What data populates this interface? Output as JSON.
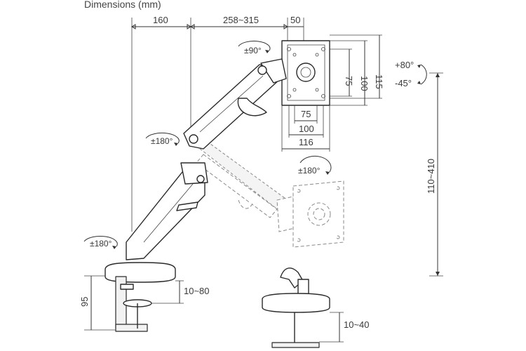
{
  "title": "Dimensions (mm)",
  "dimensions": {
    "arm_reach_base": "160",
    "arm_reach_range": "258~315",
    "vesa_offset": "50",
    "vesa_v_75": "75",
    "vesa_v_100": "100",
    "vesa_v_115": "115",
    "vesa_h_75": "75",
    "vesa_h_100": "100",
    "vesa_h_116": "116",
    "height_range": "110~410",
    "clamp_height": "95",
    "clamp_thickness": "10~80",
    "grommet_thickness": "10~40"
  },
  "rotations": {
    "swivel_top": "±90°",
    "tilt_up": "+80°",
    "tilt_down": "-45°",
    "elbow": "±180°",
    "base": "±180°",
    "rotation": "±180°"
  }
}
